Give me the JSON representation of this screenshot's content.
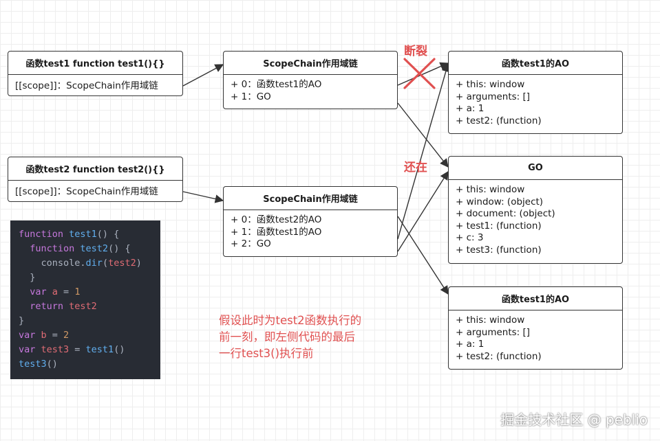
{
  "fn_test1": {
    "title": "函数test1 function test1(){}",
    "rows": [
      "[[scope]]：ScopeChain作用域链"
    ]
  },
  "fn_test2": {
    "title": "函数test2 function test2(){}",
    "rows": [
      "[[scope]]：ScopeChain作用域链"
    ]
  },
  "scope_chain_1": {
    "title": "ScopeChain作用域链",
    "rows": [
      "+ 0：函数test1的AO",
      "+ 1：GO"
    ]
  },
  "scope_chain_2": {
    "title": "ScopeChain作用域链",
    "rows": [
      "+ 0：函数test2的AO",
      "+ 1：函数test1的AO",
      "+ 2：GO"
    ]
  },
  "ao_test1_a": {
    "title": "函数test1的AO",
    "rows": [
      "+ this: window",
      "+ arguments: []",
      "+ a: 1",
      "+ test2: (function)"
    ]
  },
  "go": {
    "title": "GO",
    "rows": [
      "+ this: window",
      "+ window: (object)",
      "+ document: (object)",
      "+ test1: (function)",
      "+ c: 3",
      "+ test3: (function)"
    ]
  },
  "ao_test1_b": {
    "title": "函数test1的AO",
    "rows": [
      "+ this: window",
      "+ arguments: []",
      "+ a: 1",
      "+ test2: (function)"
    ]
  },
  "labels": {
    "broken": "断裂",
    "still_exists": "还在"
  },
  "note": {
    "line1": "假设此时为test2函数执行的",
    "line2": "前一刻，即左侧代码的最后",
    "line3": "一行test3()执行前"
  },
  "code": {
    "lines": [
      [
        "kw:function ",
        "fn:test1",
        "t:() {"
      ],
      [
        "t:  ",
        "kw:function ",
        "fn:test2",
        "t:() {"
      ],
      [
        "t:    console.",
        "fn:dir",
        "t:(",
        "var:test2",
        "t:)"
      ],
      [
        "t:  }"
      ],
      [
        "t:  ",
        "kw:var ",
        "var:a",
        "t: = ",
        "num:1"
      ],
      [
        "t:  ",
        "kw:return ",
        "var:test2"
      ],
      [
        "t:}"
      ],
      [
        "kw:var ",
        "var:b",
        "t: = ",
        "num:2"
      ],
      [
        "kw:var ",
        "var:test3",
        "t: = ",
        "fn:test1",
        "t:()"
      ],
      [
        "fn:test3",
        "t:()"
      ]
    ]
  },
  "watermark": "掘金技术社区 @ peblio",
  "colors": {
    "accent_red": "#e05050",
    "code_bg": "#282c34",
    "border": "#333333"
  }
}
